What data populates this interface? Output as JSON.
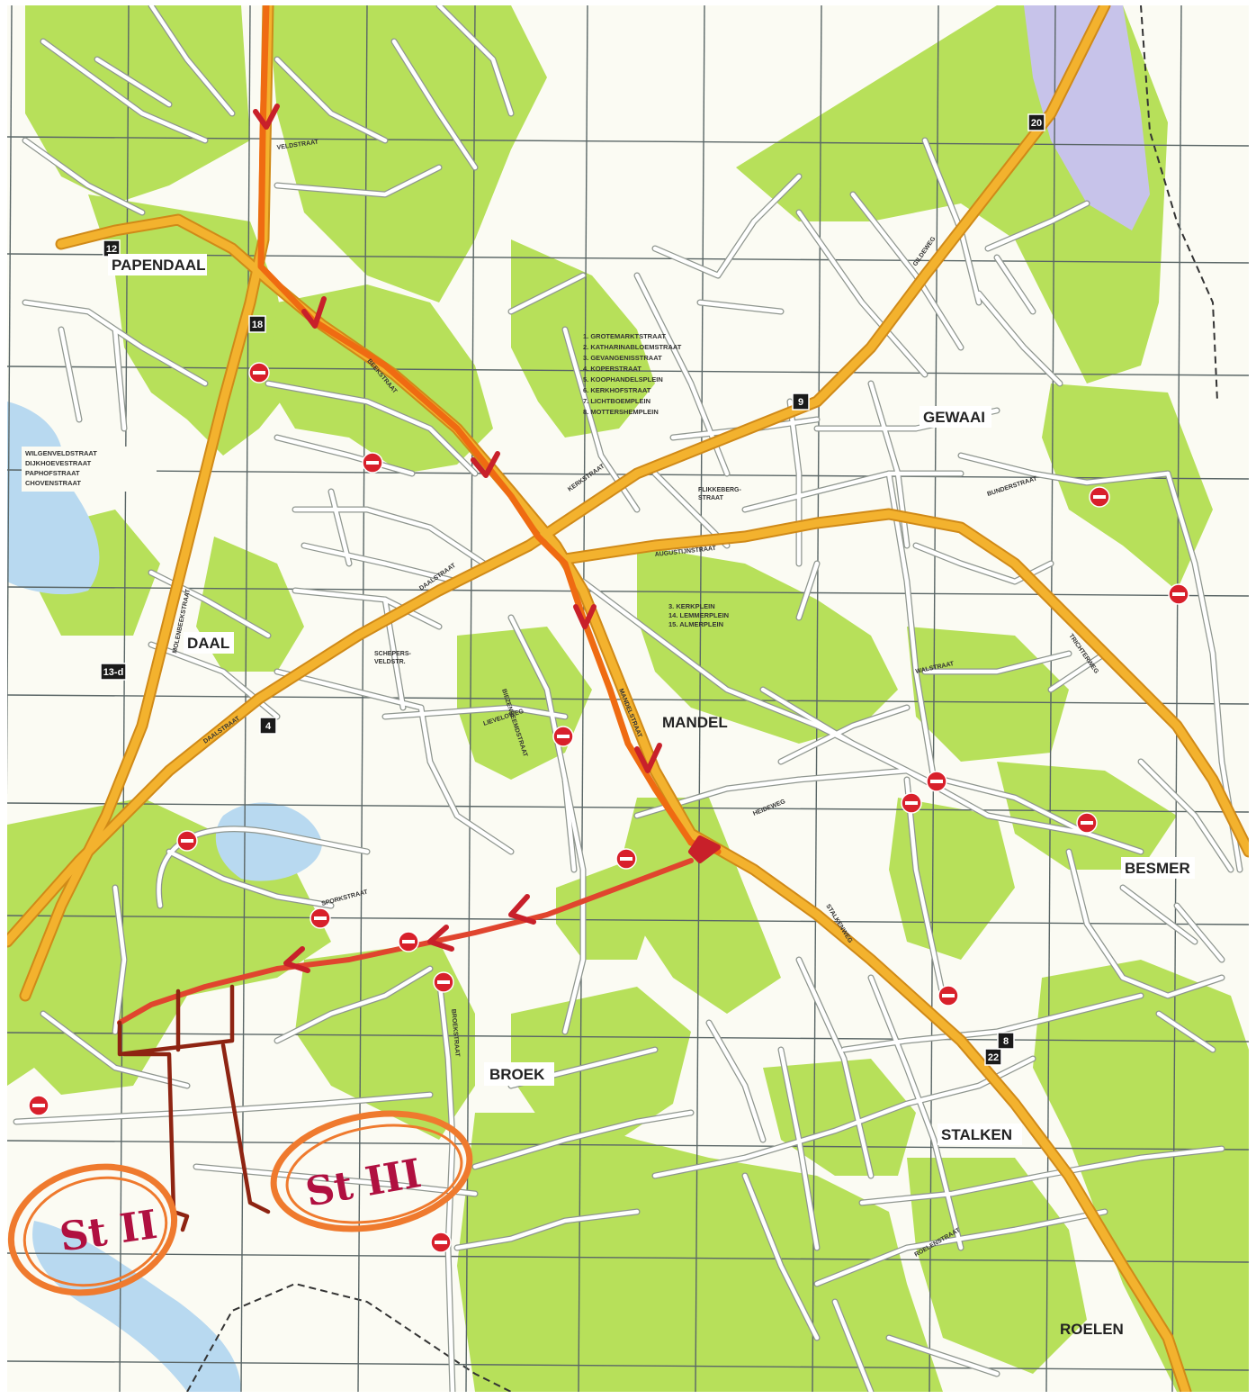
{
  "map": {
    "areas": {
      "papendaal": "PAPENDAAL",
      "daal": "DAAL",
      "gewaai": "GEWAAI",
      "mandel": "MANDEL",
      "besmer": "BESMER",
      "broek": "BROEK",
      "stalken": "STALKEN",
      "roelen": "ROELEN"
    },
    "streets": {
      "molenbeekstraat": "MOLENBEEKSTRAAT",
      "daalstraat": "DAALSTRAAT",
      "stalkenweg": "STALKENWEG",
      "trichterweg": "TRICHTERWEG",
      "lieveloweg": "LIEVELOWEG",
      "walstraat": "WALSTRAAT",
      "biezenbeemdstraat": "BIEZENBEEMDSTRAAT",
      "beekstraat": "BEEKSTRAAT",
      "veldstraat": "VELDSTRAAT",
      "kerkstraat": "KERKSTRAAT",
      "augustijnstraat": "AUGUSTIJNSTRAAT",
      "mandelstraat": "MANDELSTRAAT",
      "gildeweg": "GILDEWEG",
      "heideweg": "HEIDEWEG",
      "sporkstraat": "SPORKSTRAAT",
      "broekstraat": "BROEKSTRAAT",
      "roelenstraat": "ROELENSTRAAT",
      "bunderstraat": "BUNDERSTRAAT",
      "flikkebergstraat": "FLIKKEBERG-\nSTRAAT",
      "schepersveld": "SCHEPERS-\nVELDSTR."
    },
    "legend_left": [
      "WILGENVELDSTRAAT",
      "DIJKHOEVESTRAAT",
      "PAPHOFSTRAAT",
      "CHOVENSTRAAT"
    ],
    "legend_center": [
      "1. GROTEMARKTSTRAAT",
      "2. KATHARINABLOEMSTRAAT",
      "3. GEVANGENISSTRAAT",
      "4. KOPERSTRAAT",
      "5. KOOPHANDELSPLEIN",
      "6. KERKHOFSTRAAT",
      "7. LICHTBOEMPLEIN",
      "8. MOTTERSHEMPLEIN"
    ],
    "legend_right": [
      "3. KERKPLEIN",
      "14. LEMMERPLEIN",
      "15. ALMERPLEIN"
    ],
    "route_numbers": [
      "12",
      "18",
      "4",
      "9",
      "20",
      "22",
      "13-d",
      "8"
    ],
    "handwritten": {
      "left": "St II",
      "right": "St III"
    }
  },
  "colors": {
    "background": "#fbfbf3",
    "green": "#b7e05a",
    "water": "#b8d9f0",
    "purple": "#c7c3ea",
    "road_main": "#f3b22e",
    "road_outline": "#d08a18",
    "street": "#ffffff",
    "street_edge": "#8f968f",
    "grid": "#5a6666",
    "route_orange": "#ef6b12",
    "route_red": "#e0452e",
    "route_brown": "#8e2412",
    "circle_orange": "#ef7a2e",
    "no_entry": "#d8202b"
  }
}
